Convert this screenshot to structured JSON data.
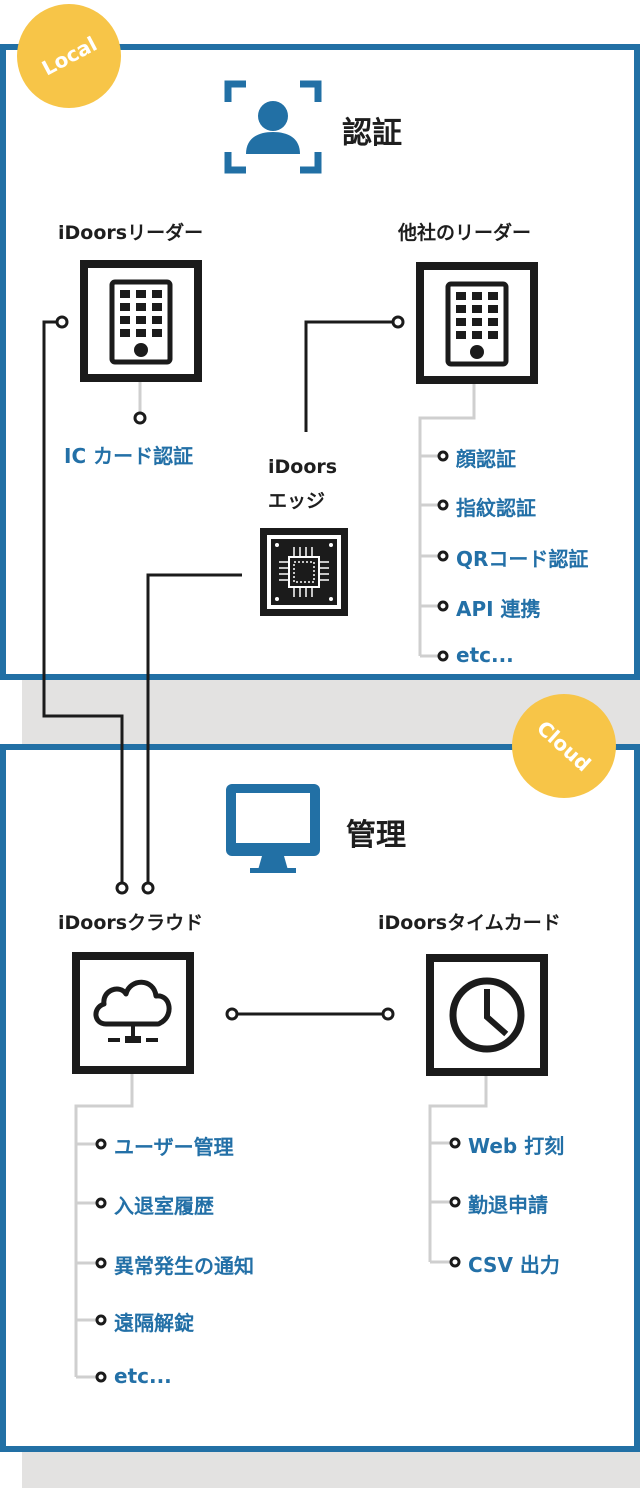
{
  "local": {
    "badge": "Local",
    "title": "認証",
    "title_icon": "face-recognition-icon",
    "idoors_reader": {
      "label": "iDoorsリーダー",
      "icon": "keypad-reader-icon",
      "feature": "IC カード認証"
    },
    "other_reader": {
      "label": "他社のリーダー",
      "icon": "keypad-reader-icon",
      "features": [
        "顔認証",
        "指紋認証",
        "QRコード認証",
        "API 連携",
        "etc..."
      ]
    },
    "edge": {
      "label_line1": "iDoors",
      "label_line2": "エッジ",
      "icon": "chip-icon"
    }
  },
  "cloud": {
    "badge": "Cloud",
    "title": "管理",
    "title_icon": "monitor-icon",
    "idoors_cloud": {
      "label": "iDoorsクラウド",
      "icon": "cloud-icon",
      "features": [
        "ユーザー管理",
        "入退室履歴",
        "異常発生の通知",
        "遠隔解錠",
        "etc..."
      ]
    },
    "timecard": {
      "label": "iDoorsタイムカード",
      "icon": "clock-icon",
      "features": [
        "Web 打刻",
        "勤退申請",
        "CSV 出力"
      ]
    }
  },
  "colors": {
    "frame_blue": "#2270a5",
    "text_blue": "#2370a7",
    "badge_yellow": "#f7c548",
    "gray": "#e3e2e1",
    "tree_gray": "#cfcfcf"
  }
}
